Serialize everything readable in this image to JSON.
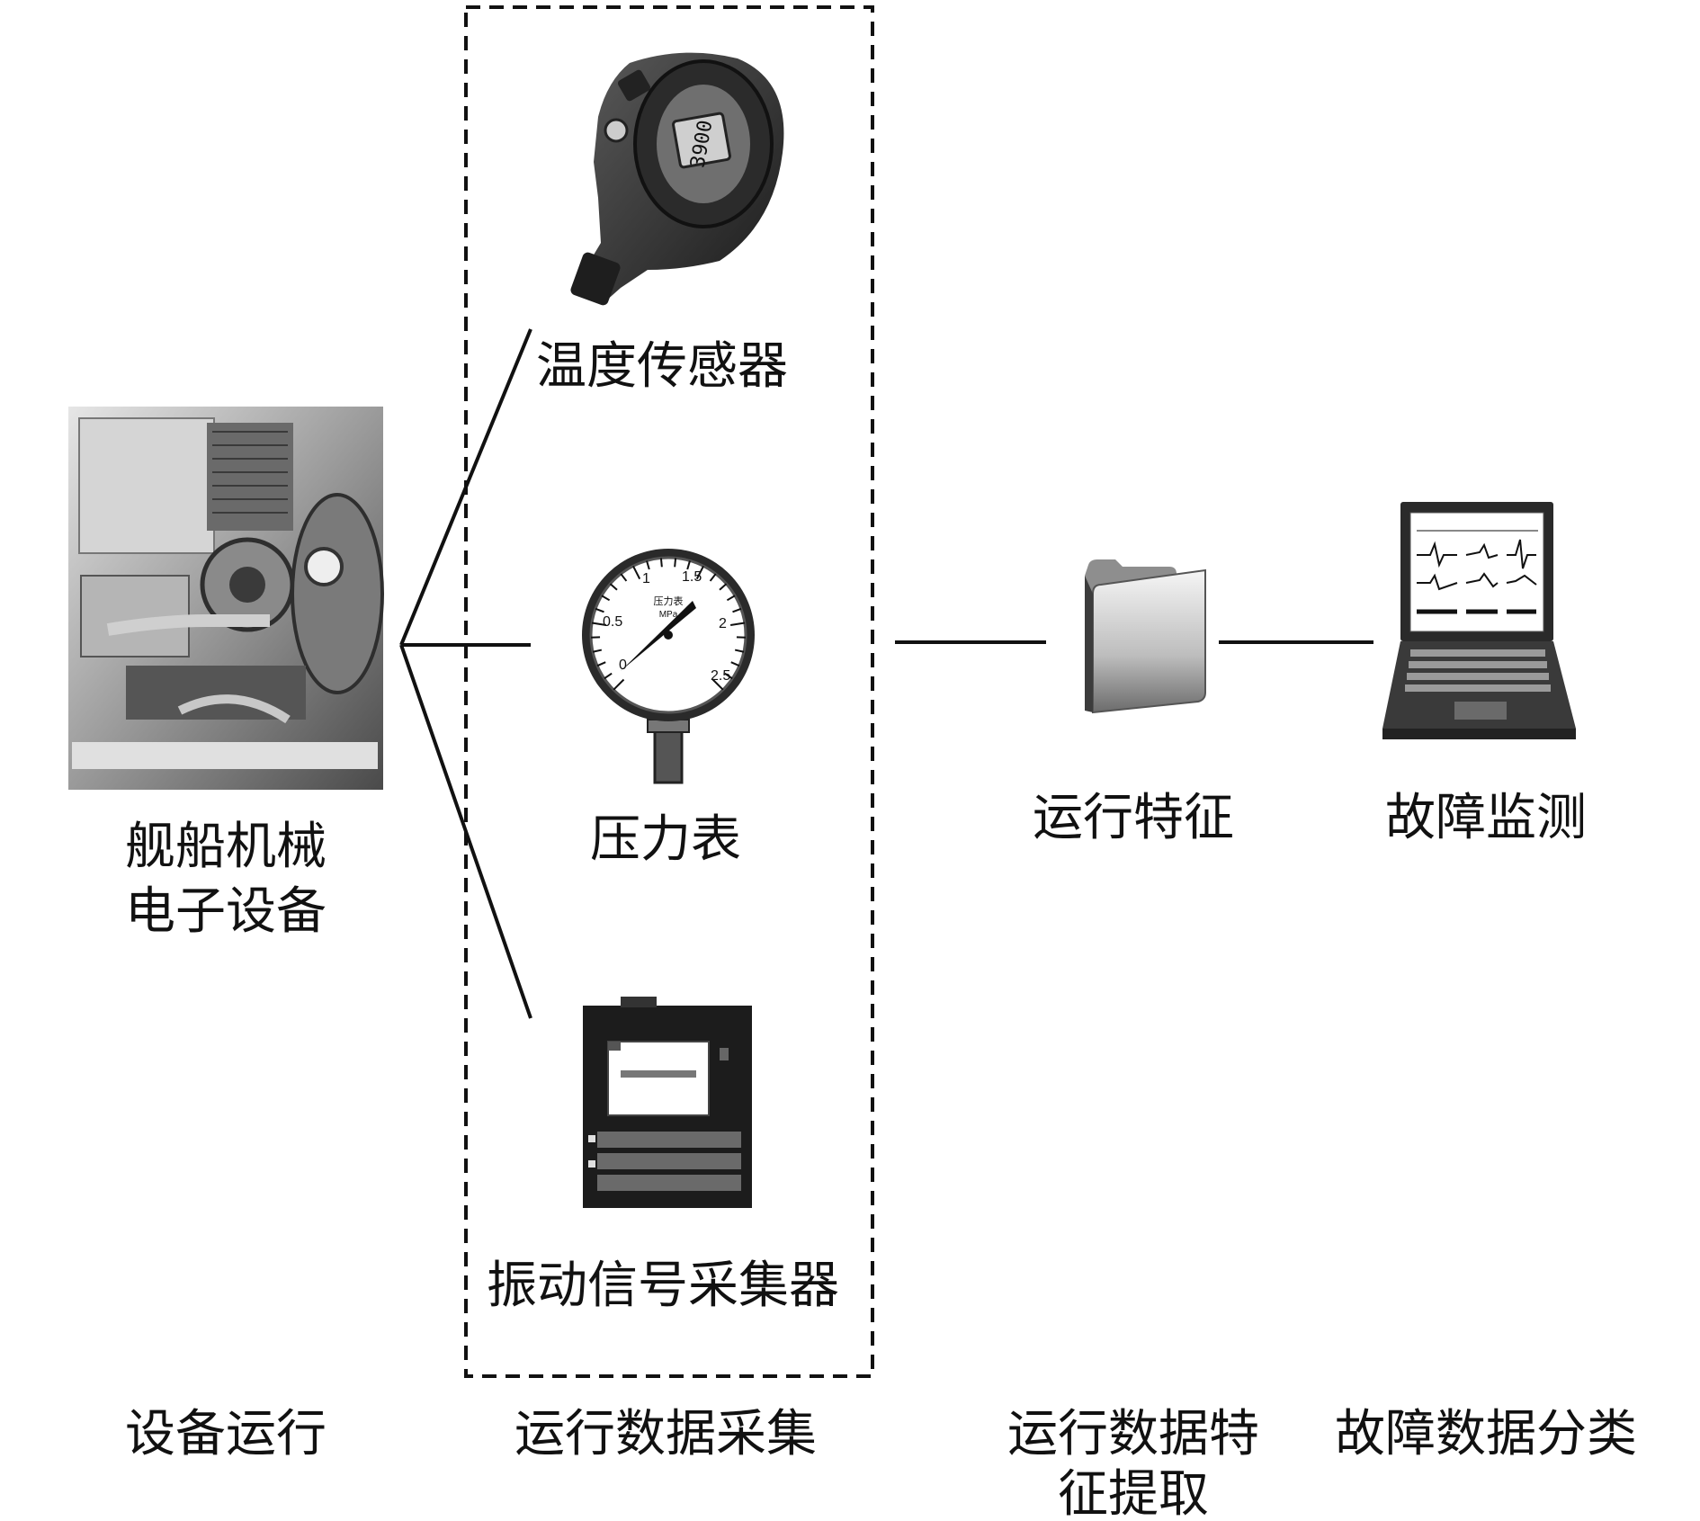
{
  "nodes": {
    "equipment": {
      "line1": "舰船机械",
      "line2": "电子设备"
    },
    "temperature_sensor": {
      "label": "温度传感器",
      "display_reading": "3900"
    },
    "pressure_gauge": {
      "label": "压力表",
      "dial_title": "压力表",
      "dial_unit": "MPa",
      "ticks": [
        "0",
        "0.5",
        "1",
        "1.5",
        "2",
        "2.5"
      ]
    },
    "vibration_collector": {
      "label": "振动信号采集器"
    },
    "features": {
      "label": "运行特征"
    },
    "fault_monitoring": {
      "label": "故障监测"
    }
  },
  "stages": {
    "equipment_operation": "设备运行",
    "data_collection": "运行数据采集",
    "feature_extraction_line1": "运行数据特",
    "feature_extraction_line2": "征提取",
    "fault_classification": "故障数据分类"
  }
}
